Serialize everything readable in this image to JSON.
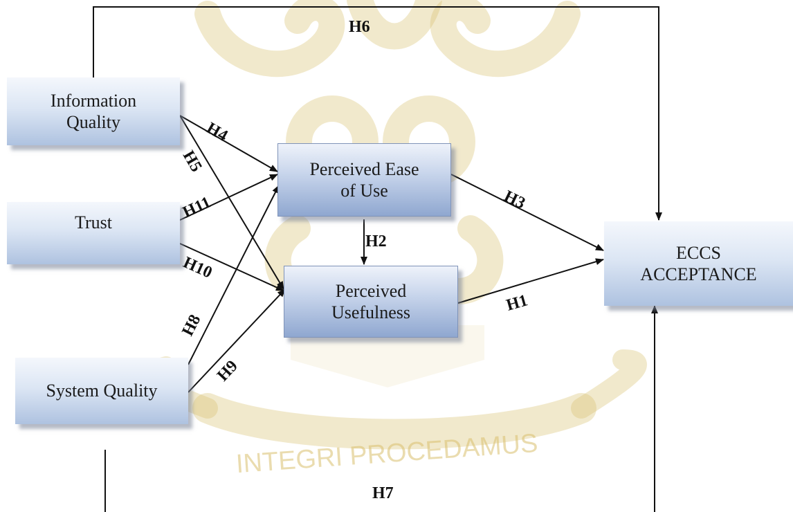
{
  "watermark": {
    "motto": "INTEGRI PROCEDAMUS",
    "color": "#c9a441"
  },
  "nodes": {
    "information_quality": {
      "line1": "Information",
      "line2": "Quality"
    },
    "trust": {
      "line1": "Trust"
    },
    "system_quality": {
      "line1": "System Quality"
    },
    "perceived_ease_of_use": {
      "line1": "Perceived Ease",
      "line2": "of Use"
    },
    "perceived_usefulness": {
      "line1": "Perceived",
      "line2": "Usefulness"
    },
    "eccs_acceptance": {
      "line1": "ECCS",
      "line2": "ACCEPTANCE"
    }
  },
  "hypotheses": {
    "h1": "H1",
    "h2": "H2",
    "h3": "H3",
    "h4": "H4",
    "h5": "H5",
    "h6": "H6",
    "h7": "H7",
    "h8": "H8",
    "h9": "H9",
    "h10": "H10",
    "h11": "H11"
  },
  "colors": {
    "arrow": "#111111",
    "box_light": "#dce6f4",
    "box_dark": "#8fa7d0"
  }
}
